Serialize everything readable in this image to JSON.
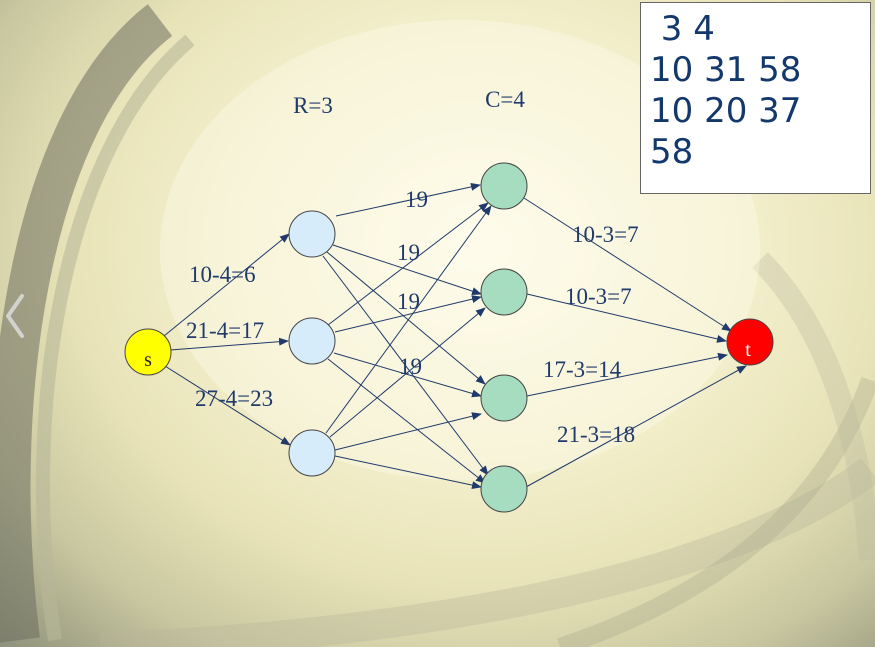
{
  "header": {
    "rows_label": "R=3",
    "cols_label": "C=4"
  },
  "input_box": {
    "lines": [
      " 3 4",
      "10 31 58",
      "10 20 37",
      "58"
    ]
  },
  "nodes": {
    "source": {
      "label": "s",
      "color": "#ffff00"
    },
    "sink": {
      "label": "t",
      "color": "#ff0000"
    },
    "row_color": "#d6ecfb",
    "col_color": "#a6dcc0"
  },
  "edge_labels": {
    "source_edges": [
      "10-4=6",
      "21-4=17",
      "27-4=23"
    ],
    "middle_edges": [
      "19",
      "19",
      "19",
      "19"
    ],
    "sink_edges": [
      "10-3=7",
      "10-3=7",
      "17-3=14",
      "21-3=18"
    ]
  },
  "colors": {
    "edge": "#1f3a6b",
    "text": "#1f3a6b"
  }
}
